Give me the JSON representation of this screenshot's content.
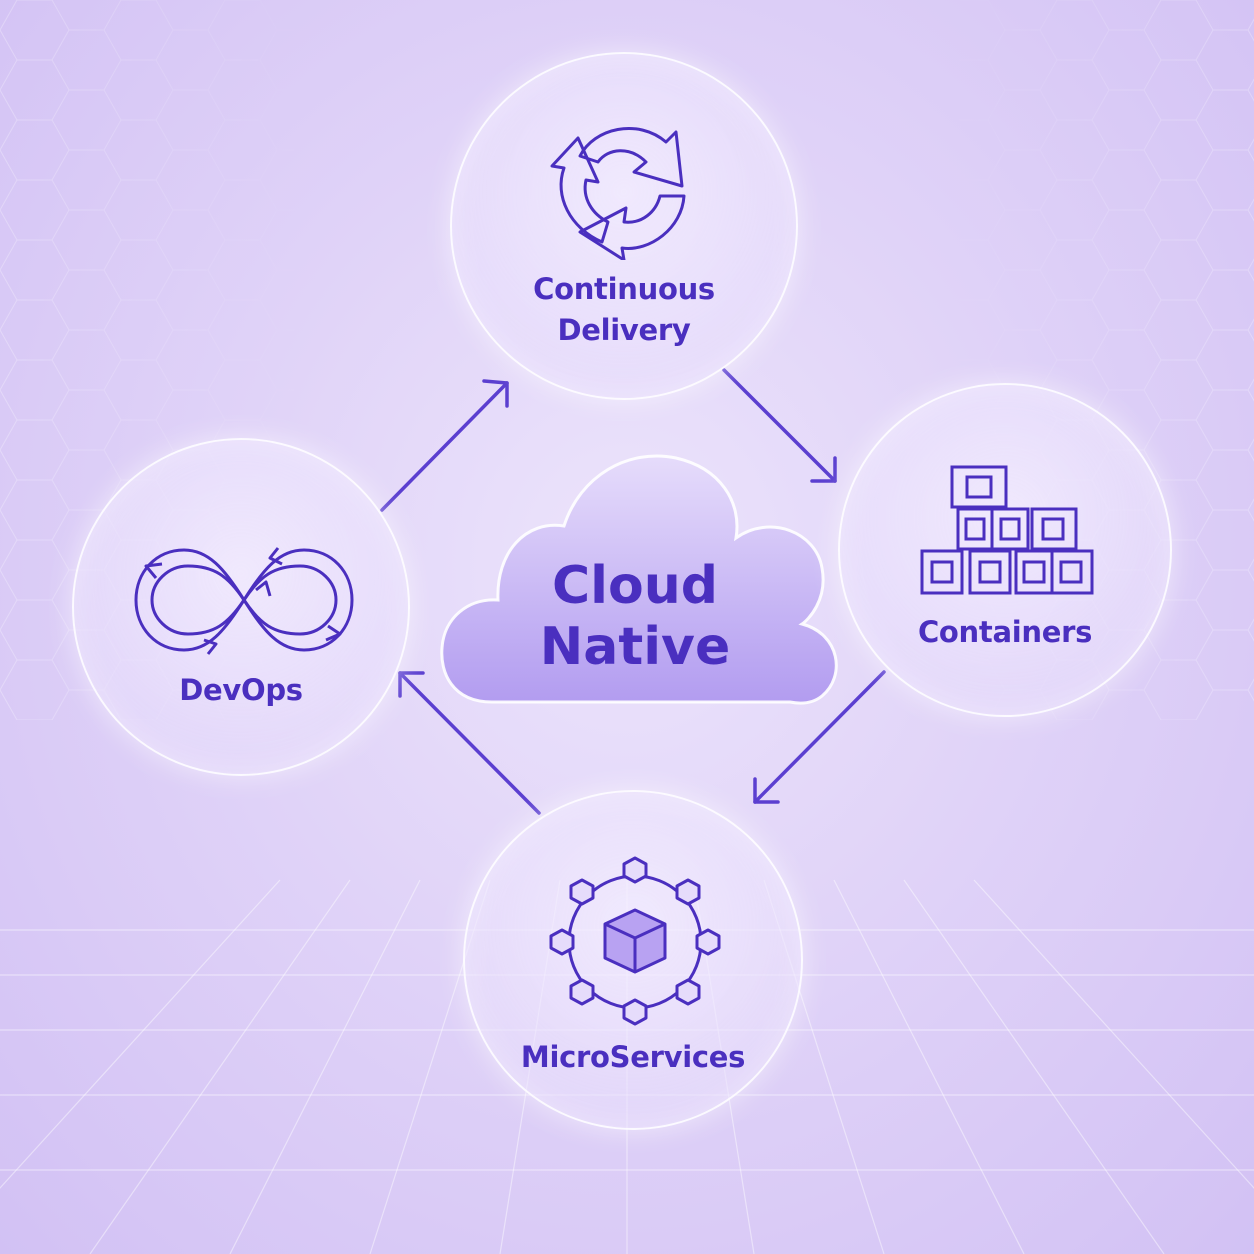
{
  "diagram": {
    "center": {
      "title_line1": "Cloud",
      "title_line2": "Native"
    },
    "nodes": {
      "continuous_delivery": {
        "label_line1": "Continuous",
        "label_line2": "Delivery",
        "icon": "cycle-arrows-icon"
      },
      "containers": {
        "label": "Containers",
        "icon": "stacked-containers-icon"
      },
      "microservices": {
        "label": "MicroServices",
        "icon": "microservices-network-icon"
      },
      "devops": {
        "label": "DevOps",
        "icon": "infinity-loop-icon"
      }
    },
    "flow": [
      "DevOps -> Continuous Delivery",
      "Continuous Delivery -> Containers",
      "Containers -> MicroServices",
      "MicroServices -> DevOps"
    ]
  },
  "colors": {
    "accent": "#4a2fbf",
    "background": "#e0d3f8",
    "cloud_fill": "#b8a2f2"
  }
}
